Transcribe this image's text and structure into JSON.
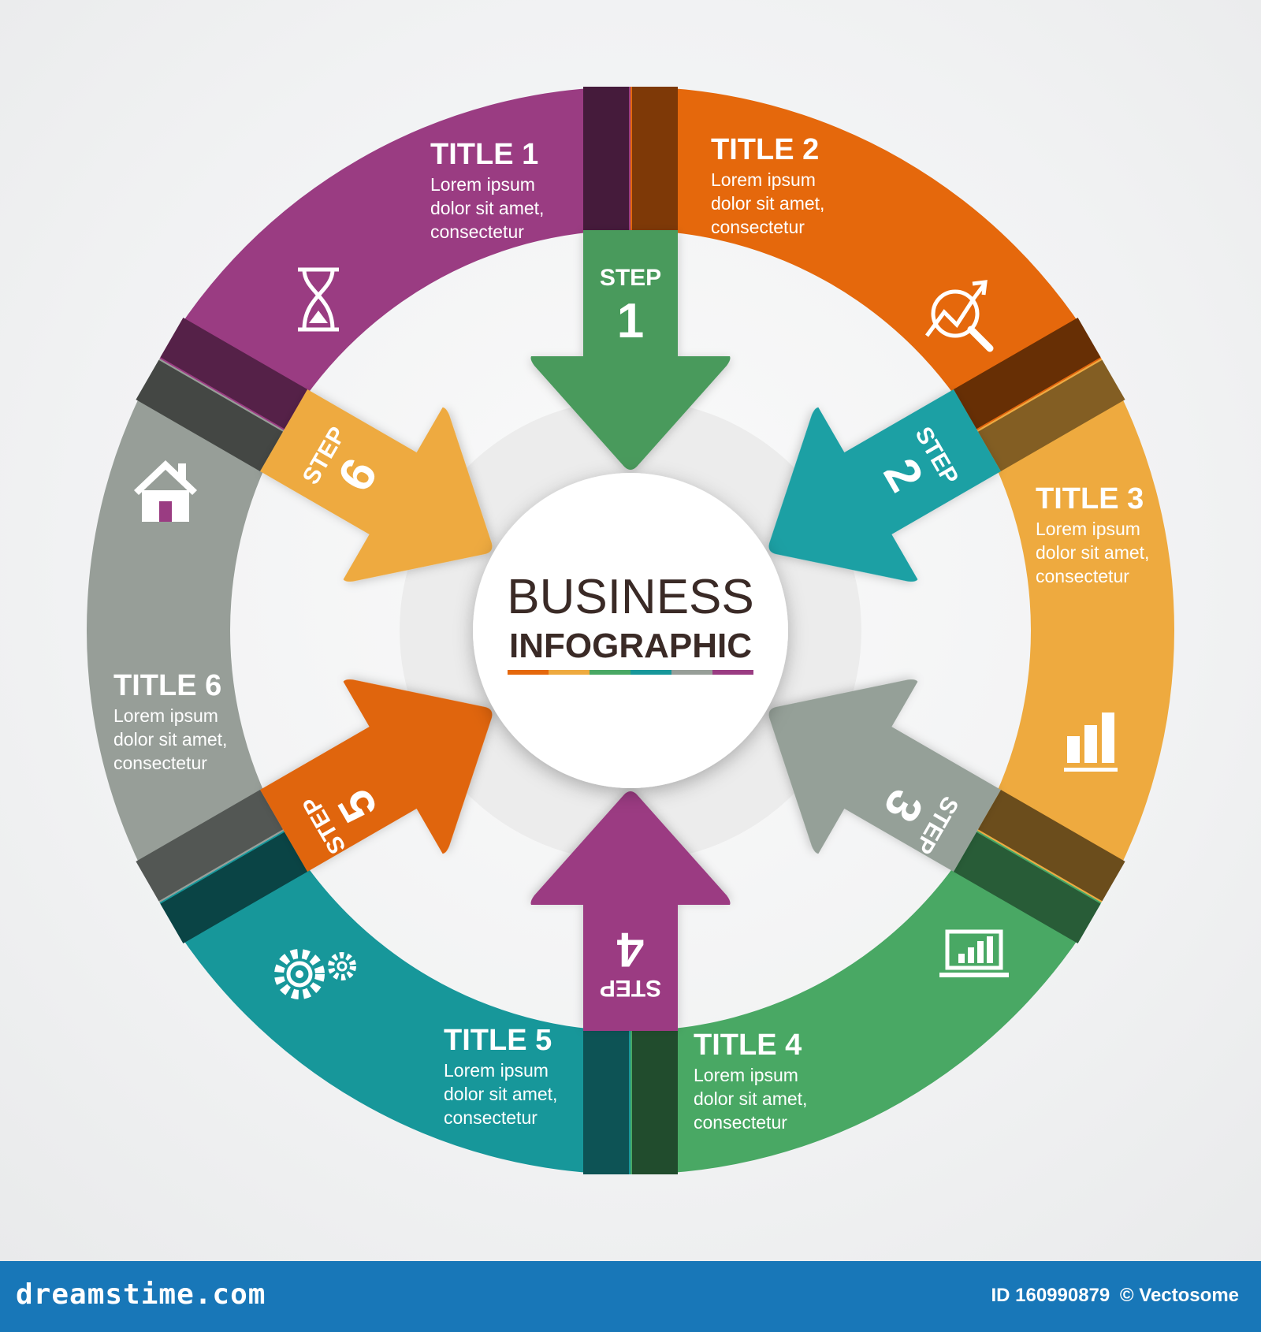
{
  "center": {
    "title_line1": "BUSINESS",
    "title_line2": "INFOGRAPHIC"
  },
  "steps": [
    {
      "label": "STEP",
      "number": "1",
      "color": "#4a9a5c"
    },
    {
      "label": "STEP",
      "number": "2",
      "color": "#1aa0a4"
    },
    {
      "label": "STEP",
      "number": "3",
      "color": "#95a098"
    },
    {
      "label": "STEP",
      "number": "4",
      "color": "#9b3b82"
    },
    {
      "label": "STEP",
      "number": "5",
      "color": "#e0650b"
    },
    {
      "label": "STEP",
      "number": "6",
      "color": "#eeaa3f"
    }
  ],
  "segments": [
    {
      "title": "TITLE 1",
      "desc": [
        "Lorem ipsum",
        "dolor sit amet,",
        "consectetur"
      ],
      "color": "#e5680c",
      "icon": "hourglass-icon"
    },
    {
      "title": "TITLE 2",
      "desc": [
        "Lorem ipsum",
        "dolor sit amet,",
        "consectetur"
      ],
      "color": "#eeaa3f",
      "icon": "chart-search-icon"
    },
    {
      "title": "TITLE 3",
      "desc": [
        "Lorem ipsum",
        "dolor sit amet,",
        "consectetur"
      ],
      "color": "#49a864",
      "icon": "bar-chart-icon"
    },
    {
      "title": "TITLE 4",
      "desc": [
        "Lorem ipsum",
        "dolor sit amet,",
        "consectetur"
      ],
      "color": "#17979a",
      "icon": "laptop-chart-icon"
    },
    {
      "title": "TITLE 5",
      "desc": [
        "Lorem ipsum",
        "dolor sit amet,",
        "consectetur"
      ],
      "color": "#979e98",
      "icon": "gears-icon"
    },
    {
      "title": "TITLE 6",
      "desc": [
        "Lorem ipsum",
        "dolor sit amet,",
        "consectetur"
      ],
      "color": "#9a3c82",
      "icon": "home-icon"
    }
  ],
  "underline_colors": [
    "#e5680c",
    "#eeaa3f",
    "#49a864",
    "#17979a",
    "#979e98",
    "#9a3c82"
  ],
  "footer": {
    "site": "dreamstime.com",
    "id_label": "ID 160990879",
    "credit": "© Vectosome"
  }
}
